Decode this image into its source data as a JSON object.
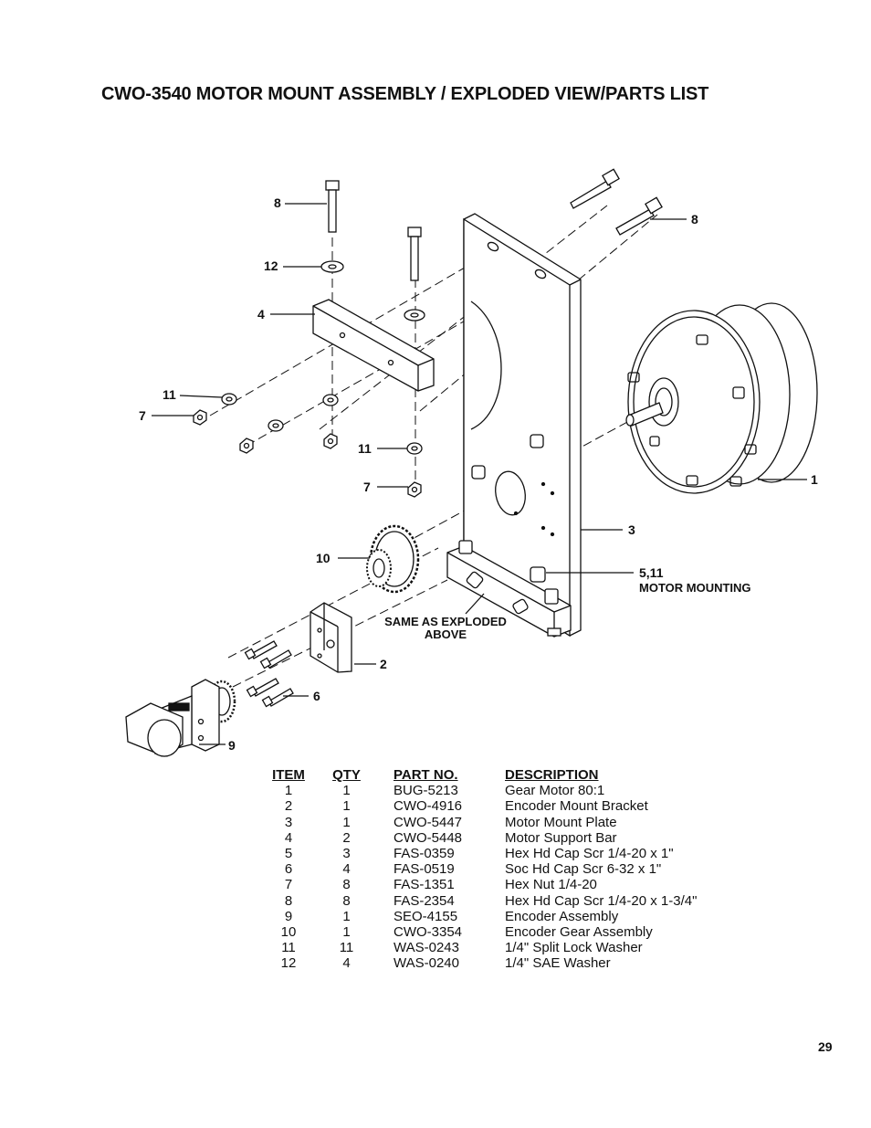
{
  "title": "CWO-3540 MOTOR MOUNT ASSEMBLY / EXPLODED VIEW/PARTS LIST",
  "callouts": {
    "c8_left": "8",
    "c8_right": "8",
    "c12": "12",
    "c4": "4",
    "c11_left": "11",
    "c7_left": "7",
    "c11_mid": "11",
    "c7_mid": "7",
    "c1": "1",
    "c3": "3",
    "c10": "10",
    "c5_11": "5,11",
    "motor_mounting": "MOTOR MOUNTING",
    "same_as_line1": "SAME AS EXPLODED",
    "same_as_line2": "ABOVE",
    "c2": "2",
    "c6": "6",
    "c9": "9"
  },
  "parts_list": {
    "headers": {
      "item": "ITEM",
      "qty": "QTY",
      "part_no": "PART NO.",
      "description": "DESCRIPTION"
    },
    "rows": [
      {
        "item": "1",
        "qty": "1",
        "part_no": "BUG-5213",
        "description": "Gear Motor 80:1"
      },
      {
        "item": "2",
        "qty": "1",
        "part_no": "CWO-4916",
        "description": "Encoder Mount Bracket"
      },
      {
        "item": "3",
        "qty": "1",
        "part_no": "CWO-5447",
        "description": "Motor Mount Plate"
      },
      {
        "item": "4",
        "qty": "2",
        "part_no": "CWO-5448",
        "description": "Motor Support Bar"
      },
      {
        "item": "5",
        "qty": "3",
        "part_no": "FAS-0359",
        "description": "Hex Hd Cap Scr 1/4-20 x 1\""
      },
      {
        "item": "6",
        "qty": "4",
        "part_no": "FAS-0519",
        "description": "Soc Hd Cap Scr 6-32 x 1\""
      },
      {
        "item": "7",
        "qty": "8",
        "part_no": "FAS-1351",
        "description": "Hex Nut 1/4-20"
      },
      {
        "item": "8",
        "qty": "8",
        "part_no": "FAS-2354",
        "description": "Hex Hd Cap Scr 1/4-20 x 1-3/4\""
      },
      {
        "item": "9",
        "qty": "1",
        "part_no": "SEO-4155",
        "description": "Encoder Assembly"
      },
      {
        "item": "10",
        "qty": "1",
        "part_no": "CWO-3354",
        "description": "Encoder Gear Assembly"
      },
      {
        "item": "11",
        "qty": "11",
        "part_no": "WAS-0243",
        "description": "1/4\" Split Lock Washer"
      },
      {
        "item": "12",
        "qty": "4",
        "part_no": "WAS-0240",
        "description": "1/4\" SAE Washer"
      }
    ]
  },
  "page_number": "29"
}
